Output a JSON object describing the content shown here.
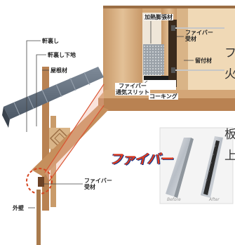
{
  "labels": {
    "nokiura": "軒裏し",
    "nokiura_shitaji": "軒裏し下地",
    "yanegi": "屋根材",
    "kanetsu_hakkozai": "加熱膨張材",
    "fiber_ukezai_top": "ファイバー\n受材",
    "tomezai": "留付材",
    "fiber_slit": "ファイバー\n通気スリット",
    "caulking": "コーキング",
    "fiber_ukezai_bottom": "ファイバー\n受材",
    "gaiheki": "外壁"
  },
  "side_chars": [
    "フ",
    "火",
    "板",
    "上"
  ],
  "logo_text": "ファイバー",
  "inset": {
    "before": "Before",
    "after": "After"
  }
}
